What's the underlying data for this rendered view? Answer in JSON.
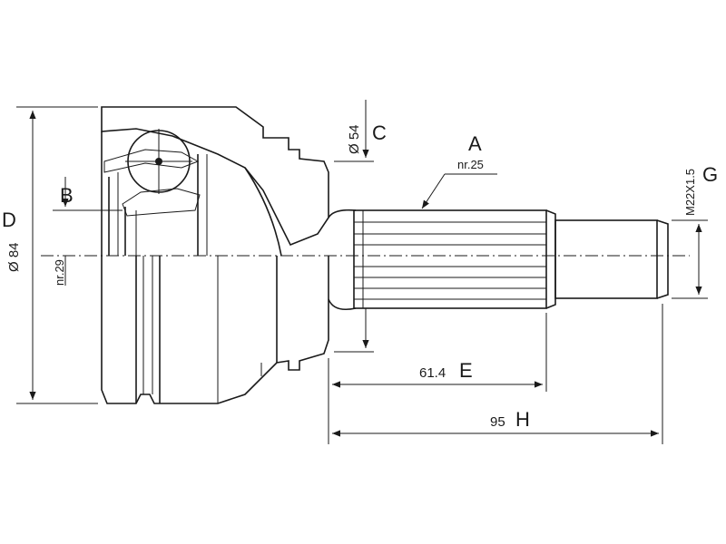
{
  "labels": {
    "A": "A",
    "B": "B",
    "C": "C",
    "D": "D",
    "E": "E",
    "G": "G",
    "H": "H"
  },
  "dimensions": {
    "outer_diameter": "Ø 84",
    "seal_diameter": "Ø 54",
    "inner_spline": "nr.29",
    "outer_spline": "nr.25",
    "thread": "M22X1.5",
    "spline_length": "61.4",
    "total_length": "95"
  }
}
